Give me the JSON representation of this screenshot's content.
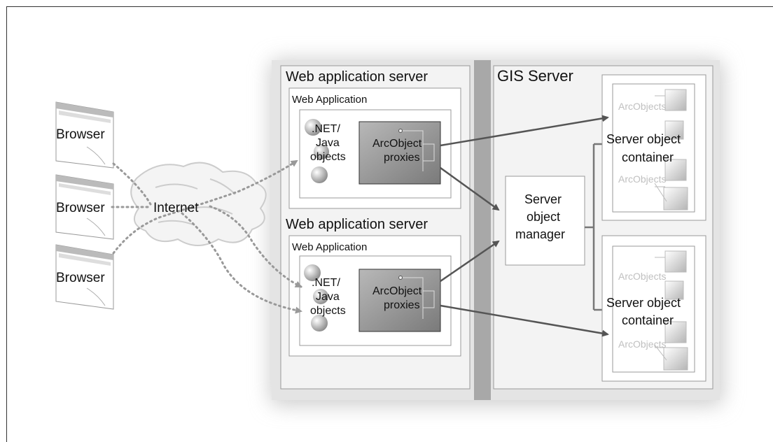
{
  "browsers": [
    "Browser",
    "Browser",
    "Browser"
  ],
  "internet_label": "Internet",
  "web_servers": [
    {
      "title": "Web application server",
      "app_title": "Web Application",
      "objects_label": [
        ".NET/",
        "Java",
        "objects"
      ],
      "proxies_label": [
        "ArcObject",
        "proxies"
      ]
    },
    {
      "title": "Web application server",
      "app_title": "Web Application",
      "objects_label": [
        ".NET/",
        "Java",
        "objects"
      ],
      "proxies_label": [
        "ArcObject",
        "proxies"
      ]
    }
  ],
  "gis_server": {
    "title": "GIS Server",
    "manager_label": [
      "Server",
      "object",
      "manager"
    ],
    "containers": [
      {
        "label": [
          "Server object",
          "container"
        ],
        "arcobjects": [
          "ArcObjects",
          "ArcObjects"
        ]
      },
      {
        "label": [
          "Server object",
          "container"
        ],
        "arcobjects": [
          "ArcObjects",
          "ArcObjects"
        ]
      }
    ]
  },
  "colors": {
    "outer_frame": "#eeeeee",
    "divider": "#aaaaaa",
    "proxy_box": "#8c8c8c",
    "arrow": "#555555",
    "dotted": "#999999"
  }
}
